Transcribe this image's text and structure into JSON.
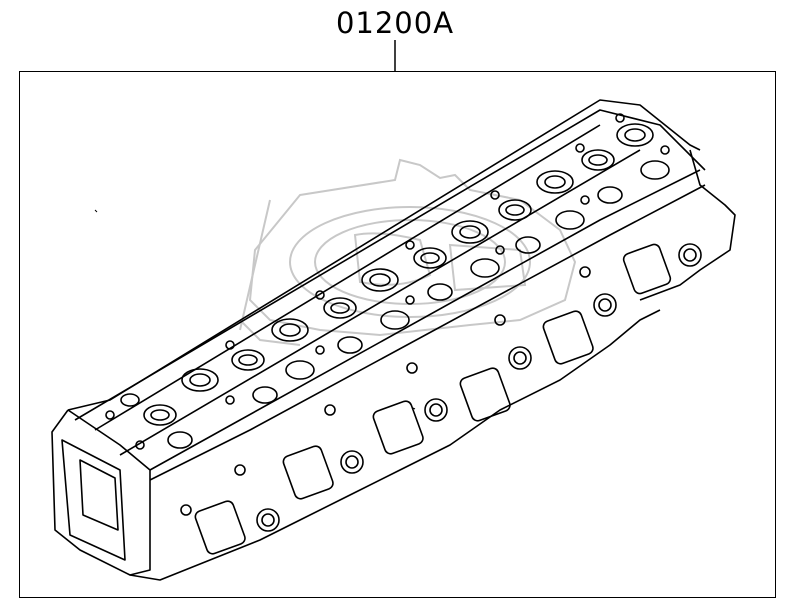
{
  "diagram": {
    "part_number": "01200A",
    "subject_icon": "cylinder-head-drawing",
    "watermark_icon": "gear-watermark",
    "colors": {
      "line": "#000000",
      "background": "#ffffff",
      "watermark": "#c8c8c8"
    }
  }
}
